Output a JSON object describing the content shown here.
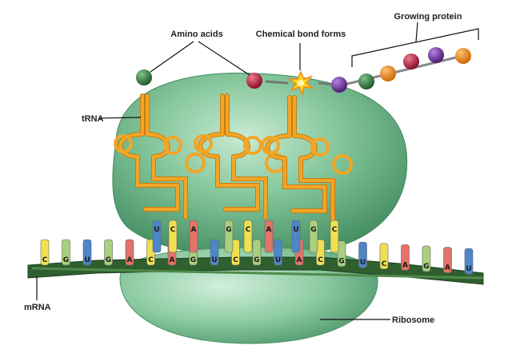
{
  "labels": {
    "amino_acids": "Amino acids",
    "chemical_bond": "Chemical bond forms",
    "growing_protein": "Growing protein",
    "trna": "tRNA",
    "mrna": "mRNA",
    "ribosome": "Ribosome"
  },
  "codons": [
    "U",
    "C",
    "A",
    "G",
    "C",
    "A",
    "U",
    "G",
    "C"
  ],
  "mrna_bases": [
    "C",
    "G",
    "U",
    "G",
    "A",
    "C",
    "A",
    "G",
    "U",
    "C",
    "G",
    "U",
    "A",
    "C",
    "G",
    "U",
    "C",
    "A",
    "G",
    "A",
    "U"
  ],
  "colors": {
    "ribosome": "#7cc395",
    "ribosome_dark": "#3f8a5e",
    "trna": "#f2a626",
    "trna_dark": "#c77c10",
    "mrna_strand": "#2f5f2f",
    "base_U": "#4d86c9",
    "base_C": "#f0e050",
    "base_A": "#e4736a",
    "base_G": "#a9d07c",
    "amino_green": "#2f7a3c",
    "amino_red": "#b5163a",
    "amino_purple": "#6a2f9c",
    "amino_orange": "#f08a1c",
    "bond_flash": "#ffd21f"
  }
}
